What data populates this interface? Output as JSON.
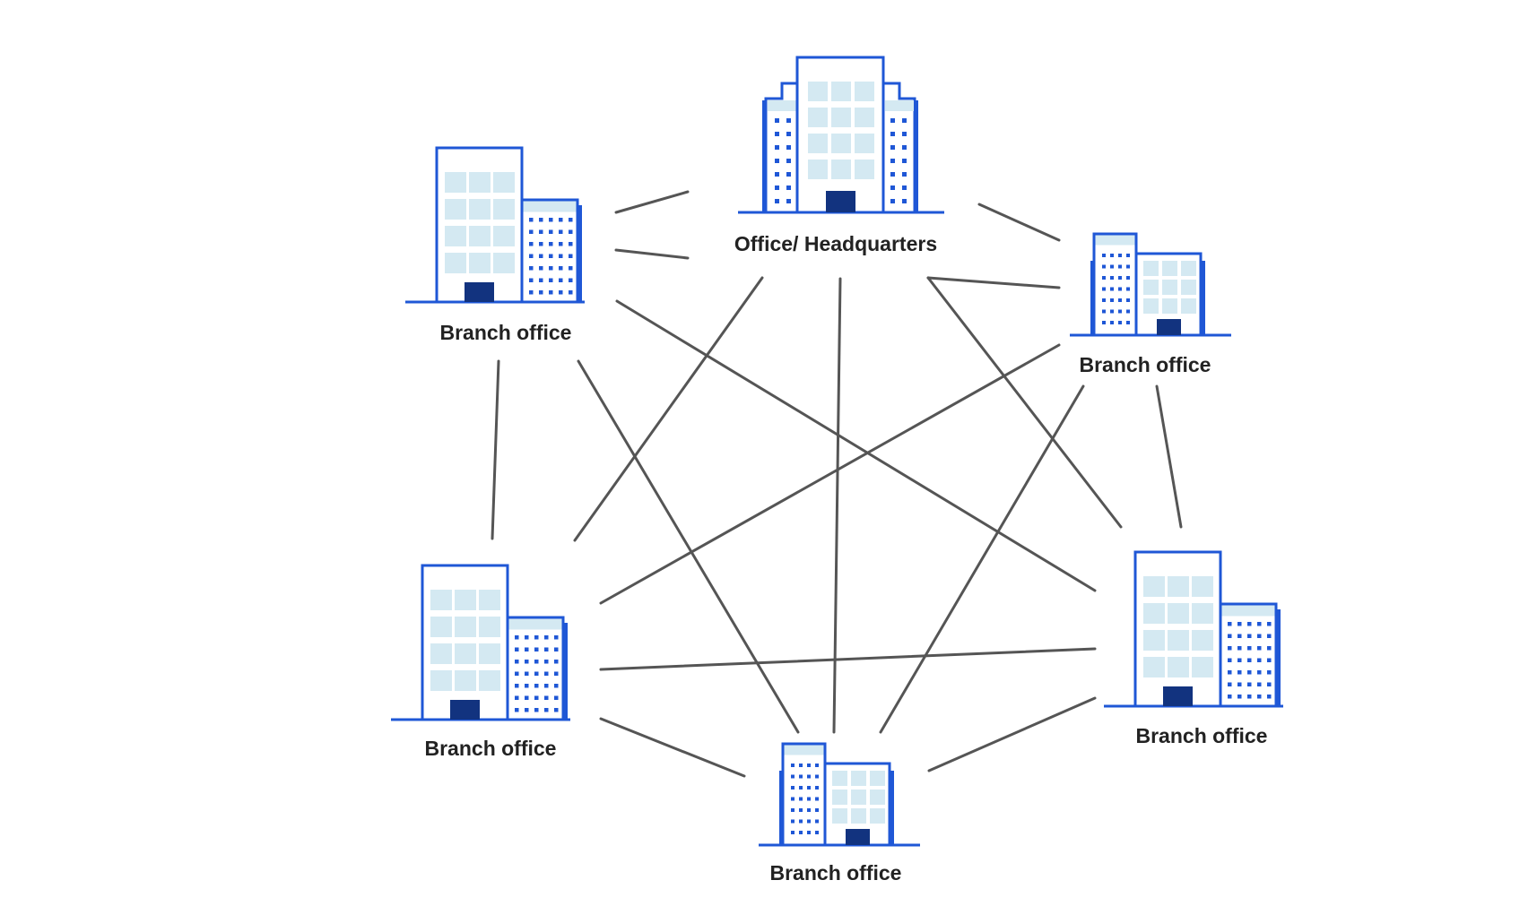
{
  "colors": {
    "outline": "#1f57d6",
    "window_fill": "#d4e9f2",
    "door": "#12337f",
    "line": "#555555",
    "label": "#222222"
  },
  "nodes": {
    "hq": {
      "label": "Office/ Headquarters",
      "icon": "headquarters-building-icon"
    },
    "top_left": {
      "label": "Branch office",
      "icon": "office-building-icon"
    },
    "right_upper": {
      "label": "Branch office",
      "icon": "office-building-icon"
    },
    "bottom_left": {
      "label": "Branch office",
      "icon": "office-building-icon"
    },
    "right_lower": {
      "label": "Branch office",
      "icon": "office-building-icon"
    },
    "bottom": {
      "label": "Branch office",
      "icon": "office-building-icon"
    }
  }
}
